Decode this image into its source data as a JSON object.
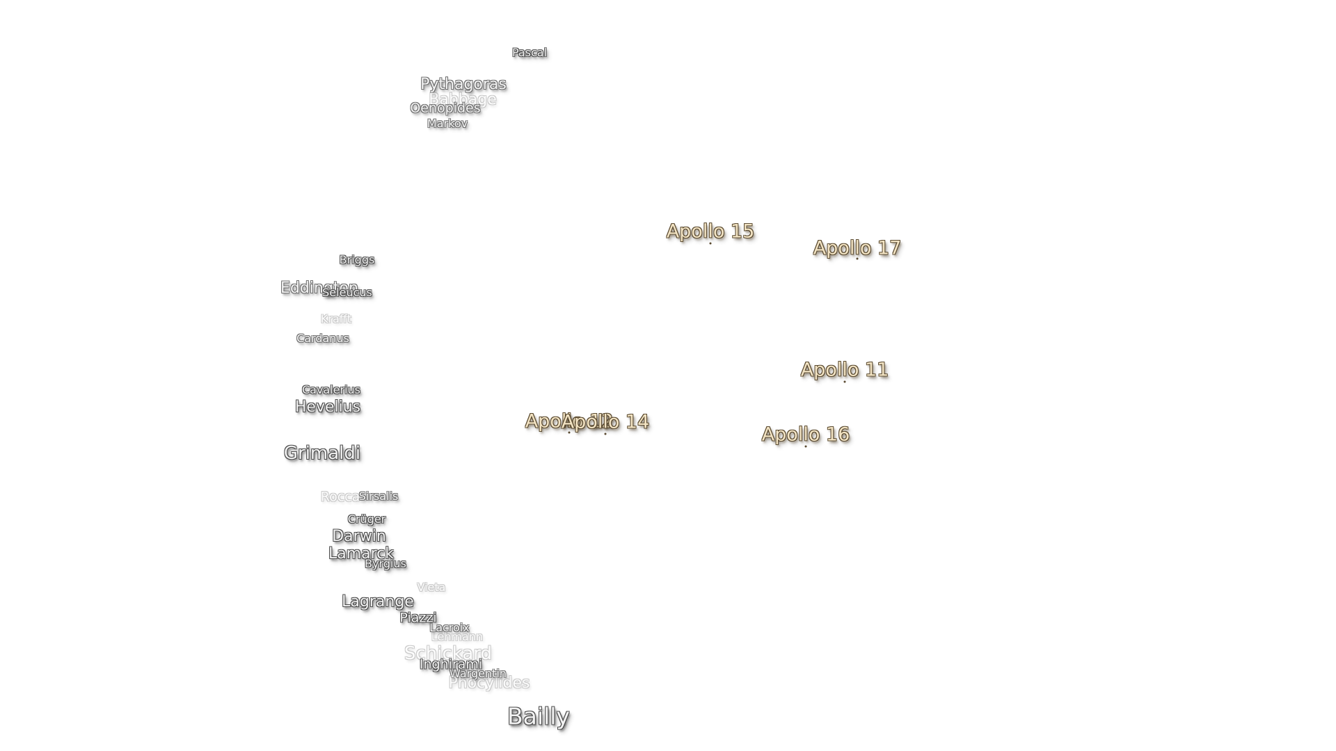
{
  "map": {
    "craters": [
      {
        "name": "Pascal",
        "size": "s",
        "style": "normal"
      },
      {
        "name": "Pythagoras",
        "size": "l",
        "style": "mid"
      },
      {
        "name": "Babbage",
        "size": "l",
        "style": "faded"
      },
      {
        "name": "Oenopides",
        "size": "m",
        "style": "mid"
      },
      {
        "name": "Markov",
        "size": "s",
        "style": "mid"
      },
      {
        "name": "Briggs",
        "size": "s",
        "style": "normal"
      },
      {
        "name": "Eddington",
        "size": "l",
        "style": "mid"
      },
      {
        "name": "Seleucus",
        "size": "s",
        "style": "normal"
      },
      {
        "name": "Krafft",
        "size": "s",
        "style": "faded"
      },
      {
        "name": "Cardanus",
        "size": "s",
        "style": "mid"
      },
      {
        "name": "Cavalerius",
        "size": "s",
        "style": "normal"
      },
      {
        "name": "Hevelius",
        "size": "l",
        "style": "normal"
      },
      {
        "name": "Grimaldi",
        "size": "xl",
        "style": "normal"
      },
      {
        "name": "Rocca",
        "size": "m",
        "style": "faded"
      },
      {
        "name": "Sirsalis",
        "size": "s",
        "style": "mid"
      },
      {
        "name": "Crüger",
        "size": "s",
        "style": "normal"
      },
      {
        "name": "Darwin",
        "size": "l",
        "style": "normal"
      },
      {
        "name": "Lamarck",
        "size": "l",
        "style": "normal"
      },
      {
        "name": "Byrgius",
        "size": "s",
        "style": "normal"
      },
      {
        "name": "Vieta",
        "size": "s",
        "style": "faded"
      },
      {
        "name": "Lagrange",
        "size": "l",
        "style": "normal"
      },
      {
        "name": "Piazzi",
        "size": "m",
        "style": "normal"
      },
      {
        "name": "Lacroix",
        "size": "s",
        "style": "mid"
      },
      {
        "name": "Lehmann",
        "size": "s",
        "style": "faded"
      },
      {
        "name": "Schickard",
        "size": "xl",
        "style": "faded"
      },
      {
        "name": "Inghirami",
        "size": "m",
        "style": "normal"
      },
      {
        "name": "Wargentin",
        "size": "s",
        "style": "mid"
      },
      {
        "name": "Phocylides",
        "size": "l",
        "style": "faded"
      },
      {
        "name": "Bailly",
        "size": "xxl",
        "style": "normal"
      }
    ],
    "apollo_sites": [
      {
        "name": "Apollo 15"
      },
      {
        "name": "Apollo 17"
      },
      {
        "name": "Apollo 11"
      },
      {
        "name": "Apollo 12"
      },
      {
        "name": "Apollo 14"
      },
      {
        "name": "Apollo 16"
      }
    ],
    "colors": {
      "crater_fill": "#f2f2f2",
      "crater_outline": "#4a4a4a",
      "apollo_fill": "#f3e4c4",
      "apollo_outline": "#5a4a30",
      "background": "#ffffff"
    }
  }
}
